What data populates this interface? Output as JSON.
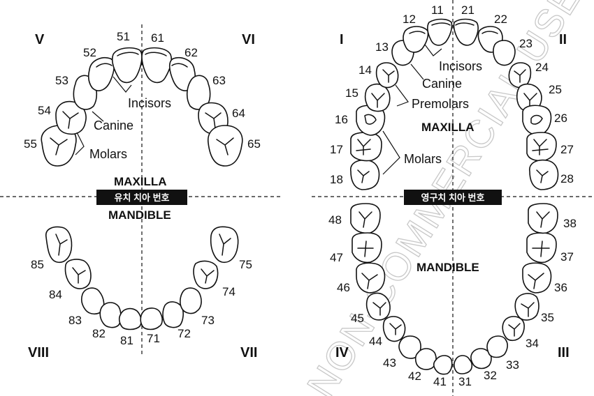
{
  "primary": {
    "quadrants": [
      "V",
      "VI",
      "VIII",
      "VII"
    ],
    "upper_teeth": [
      "55",
      "54",
      "53",
      "52",
      "51",
      "61",
      "62",
      "63",
      "64",
      "65"
    ],
    "lower_teeth": [
      "85",
      "84",
      "83",
      "82",
      "81",
      "71",
      "72",
      "73",
      "74",
      "75"
    ],
    "labels": {
      "incisors": "Incisors",
      "canine": "Canine",
      "molars": "Molars"
    },
    "maxilla": "MAXILLA",
    "banner": "유치 치아 번호",
    "mandible": "MANDIBLE"
  },
  "permanent": {
    "quadrants": [
      "I",
      "II",
      "IV",
      "III"
    ],
    "upper_teeth": [
      "18",
      "17",
      "16",
      "15",
      "14",
      "13",
      "12",
      "11",
      "21",
      "22",
      "23",
      "24",
      "25",
      "26",
      "27",
      "28"
    ],
    "lower_teeth": [
      "48",
      "47",
      "46",
      "45",
      "44",
      "43",
      "42",
      "41",
      "31",
      "32",
      "33",
      "34",
      "35",
      "36",
      "37",
      "38"
    ],
    "labels": {
      "incisors": "Incisors",
      "canine": "Canine",
      "premolars": "Premolars",
      "molars": "Molars"
    },
    "maxilla": "MAXILLA",
    "banner": "영구치 치아 번호",
    "mandible": "MANDIBLE"
  },
  "watermark": "NON-COMMERCIAL USE"
}
